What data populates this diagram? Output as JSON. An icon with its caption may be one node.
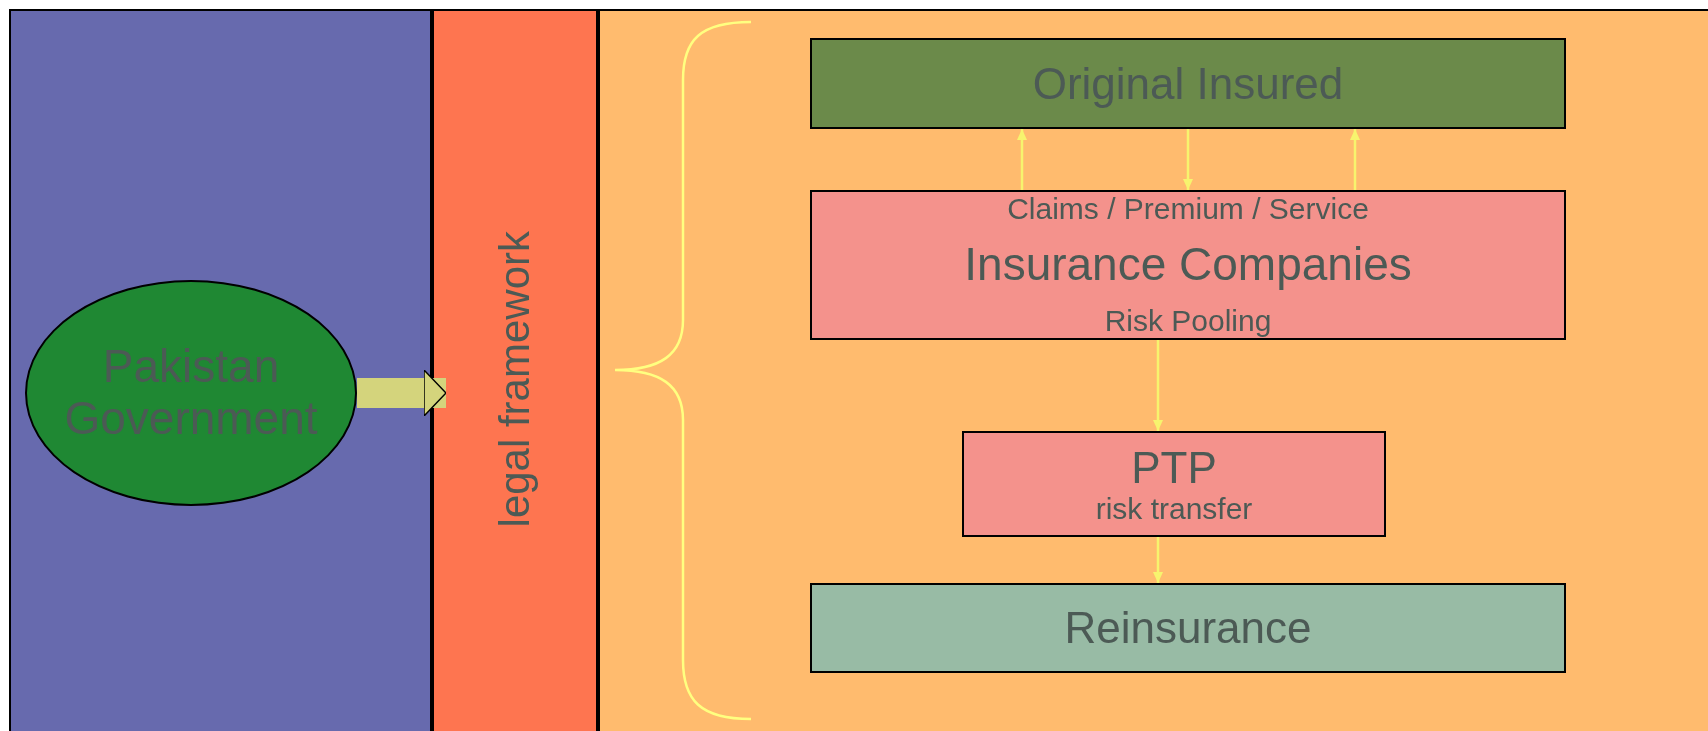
{
  "diagram": {
    "nodes": [
      {
        "text": [],
        "shape": "box"
      },
      {
        "text": [
          "Pakistan Government"
        ],
        "in": 0
      },
      {
        "text": [
          "legal framework"
        ]
      },
      {
        "text": [],
        "shape": "box"
      },
      {
        "text": [
          "Original Insured"
        ],
        "in": 3
      },
      {
        "text": [
          "Claims / Premium / Service",
          "Insurance Companies",
          "Risk Pooling"
        ],
        "in": 3
      },
      {
        "text": [
          "PTP",
          "risk transfer"
        ],
        "in": 3
      },
      {
        "text": [
          "Reinsurance"
        ],
        "in": 3
      }
    ],
    "edges": [
      {
        "from": 1,
        "to": 2,
        "arrow": "to",
        "style": "thick",
        "color": "#d4d47c"
      },
      {
        "from": 5,
        "to": 4,
        "arrow": "to"
      },
      {
        "from": 4,
        "to": 5,
        "arrow": "to"
      },
      {
        "from": 5,
        "to": 4,
        "arrow": "to"
      },
      {
        "from": 5,
        "to": 6,
        "arrow": "to"
      },
      {
        "from": 6,
        "to": 7,
        "arrow": "to"
      }
    ]
  }
}
